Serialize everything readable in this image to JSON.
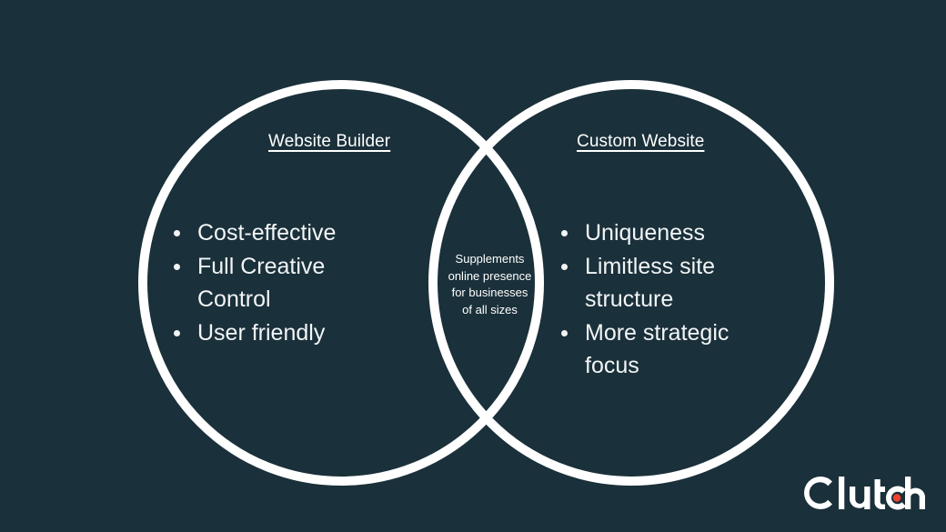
{
  "slide": {
    "background_color": "#1a303a",
    "type": "venn-diagram",
    "accent_color": "#ffffff",
    "logo_dot_color": "#f2422c"
  },
  "diagram": {
    "left": {
      "heading": "Website Builder",
      "items": [
        "Cost-effective",
        "Full Creative Control",
        "User friendly"
      ]
    },
    "right": {
      "heading": "Custom Website",
      "items": [
        "Uniqueness",
        "Limitless site structure",
        "More strategic focus"
      ]
    },
    "overlap": {
      "lines": [
        "Supplements",
        "online presence",
        "for businesses",
        "of all sizes"
      ]
    }
  },
  "branding": {
    "logo_text": "Clutch",
    "logo_icon": "clutch-wordmark"
  }
}
